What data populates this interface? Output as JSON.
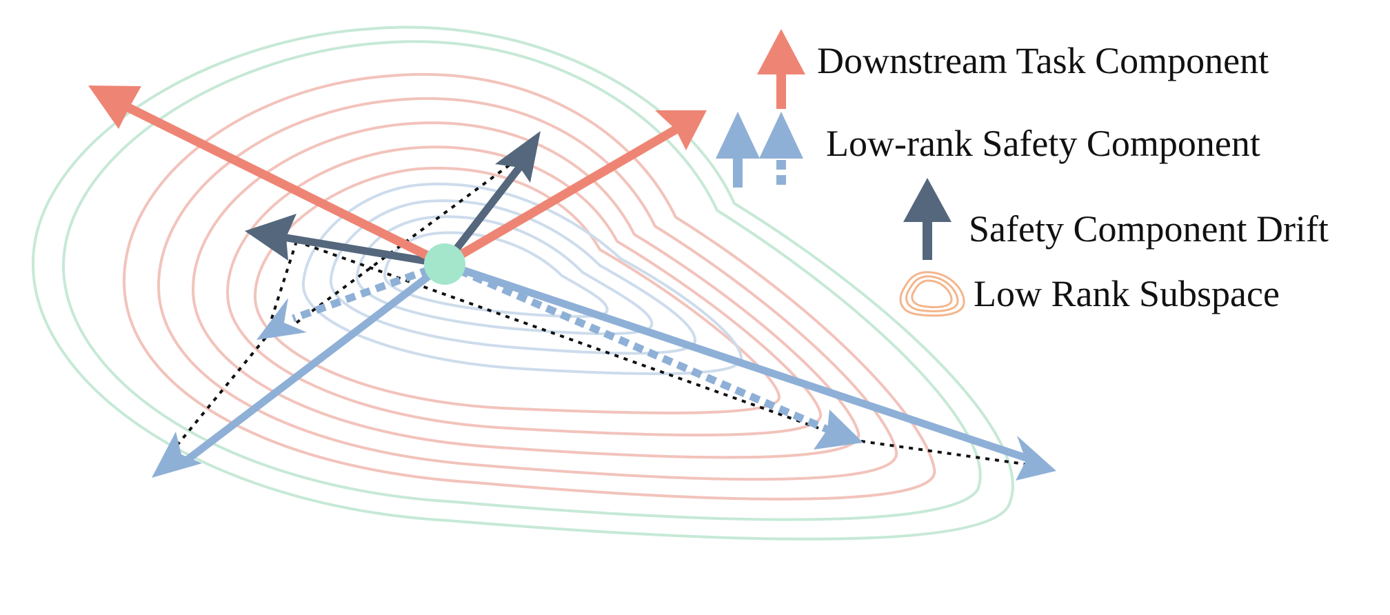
{
  "colors": {
    "downstream": "#ee8574",
    "safety": "#8fb0d6",
    "drift": "#54677c",
    "center": "#a3e6cc",
    "contour_outer": "#c6e9d6",
    "contour_mid": "#f2c3bb",
    "contour_inner": "#cddcec",
    "legend_subspace": "#f4b58c",
    "dotted": "#111111"
  },
  "legend": {
    "downstream": "Downstream Task Component",
    "safety": "Low-rank Safety Component",
    "drift": "Safety Component Drift",
    "subspace": "Low Rank Subspace"
  },
  "icons": {
    "downstream": "up-arrow-solid-salmon",
    "safety": "two-up-arrows-solid-and-dashed-blue",
    "drift": "up-arrow-solid-slate",
    "subspace": "concentric-orange-loops",
    "center": "mint-circle-origin"
  }
}
